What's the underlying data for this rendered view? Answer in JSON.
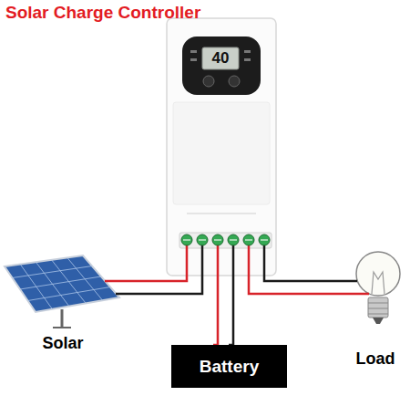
{
  "diagram": {
    "title": "Solar Charge Controller",
    "nodes": [
      {
        "text": [
          "40"
        ]
      },
      {
        "text": [
          "Solar"
        ]
      },
      {
        "text": [
          "Battery"
        ]
      },
      {
        "text": [
          "Load"
        ]
      }
    ],
    "edges": [
      {
        "from": 0,
        "to": 1,
        "arrow": "none"
      },
      {
        "from": 0,
        "to": 2,
        "arrow": "none"
      },
      {
        "from": 0,
        "to": 3,
        "arrow": "none"
      }
    ]
  }
}
